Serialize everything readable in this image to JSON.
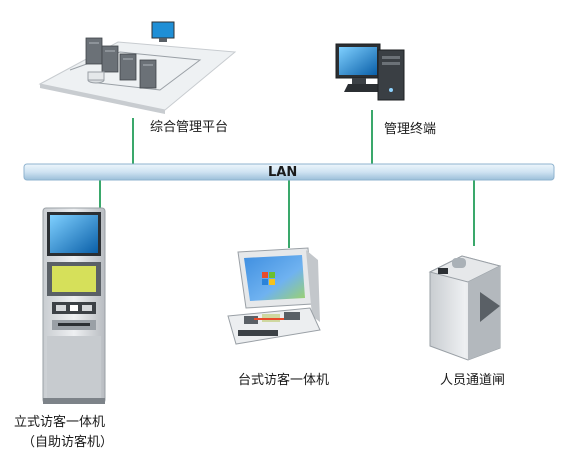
{
  "network": {
    "label": "LAN",
    "line_color": "#9bbfd9",
    "link_color": "#3aa86b"
  },
  "nodes": {
    "platform": {
      "label": "综合管理平台",
      "icon": "server-cluster-icon"
    },
    "terminal": {
      "label": "管理终端",
      "icon": "desktop-computer-icon"
    },
    "kiosk_standing": {
      "label_line1": "立式访客一体机",
      "label_line2": "（自助访客机）",
      "icon": "standing-kiosk-icon"
    },
    "kiosk_desktop": {
      "label": "台式访客一体机",
      "icon": "desktop-kiosk-icon"
    },
    "gate": {
      "label": "人员通道闸",
      "icon": "turnstile-gate-icon"
    }
  },
  "colors": {
    "screen_blue": "#1f8fd6",
    "device_grey": "#d6d9dc",
    "device_dark": "#5a6066"
  }
}
